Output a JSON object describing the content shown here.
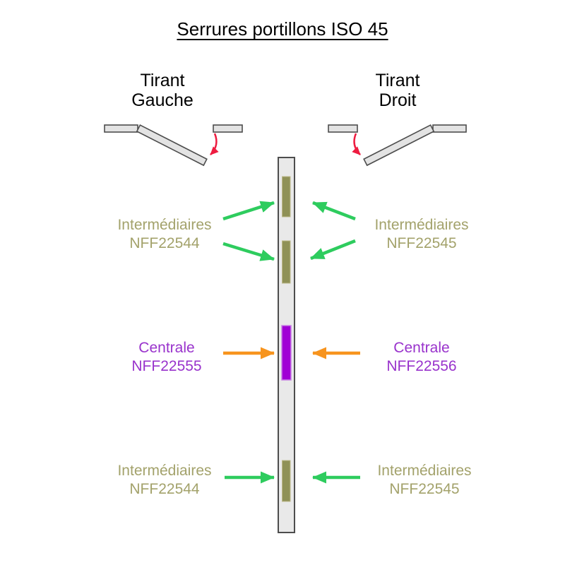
{
  "title": "Serrures portillons ISO 45",
  "doors": {
    "left": {
      "line1": "Tirant",
      "line2": "Gauche"
    },
    "right": {
      "line1": "Tirant",
      "line2": "Droit"
    }
  },
  "labels": {
    "left_top": {
      "line1": "Intermédiaires",
      "line2": "NFF22544"
    },
    "right_top": {
      "line1": "Intermédiaires",
      "line2": "NFF22545"
    },
    "left_center": {
      "line1": "Centrale",
      "line2": "NFF22555"
    },
    "right_center": {
      "line1": "Centrale",
      "line2": "NFF22556"
    },
    "left_bottom": {
      "line1": "Intermédiaires",
      "line2": "NFF22544"
    },
    "right_bottom": {
      "line1": "Intermédiaires",
      "line2": "NFF22545"
    }
  },
  "colors": {
    "title_text": "#000000",
    "intermediate_block": "#8F9157",
    "intermediate_block_edge": "#BDB98B",
    "intermediate_text": "#A3A26B",
    "central_block": "#A000D5",
    "central_block_edge": "#C97FE6",
    "central_text": "#9933CC",
    "green_arrow": "#2ECC5E",
    "orange_arrow": "#F7941E",
    "red_arrow": "#EE1C40",
    "profile_fill": "#E9E9E9",
    "profile_stroke": "#4D4D4D",
    "door_fill": "#E3E3E3",
    "door_stroke": "#4D4D4D"
  }
}
